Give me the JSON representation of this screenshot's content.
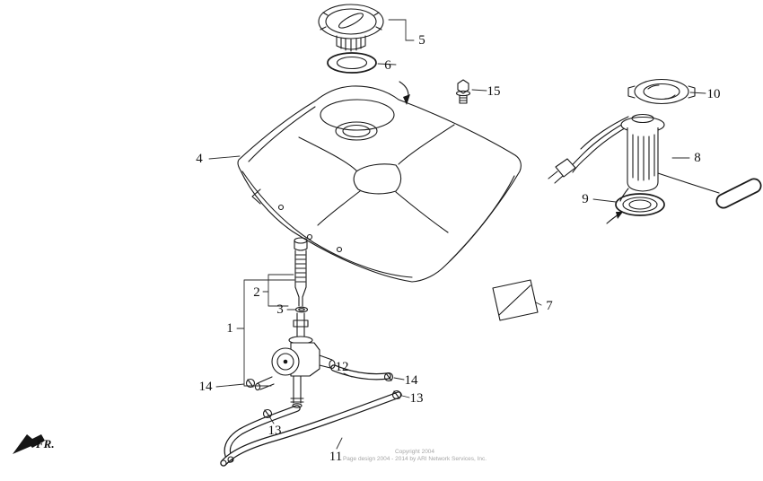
{
  "colors": {
    "background": "#ffffff",
    "line": "#1a1a1a",
    "label": "#111111",
    "muted": "#a6a6a6"
  },
  "callouts": {
    "c1": "1",
    "c2": "2",
    "c3": "3",
    "c4": "4",
    "c5": "5",
    "c6": "6",
    "c7": "7",
    "c8": "8",
    "c9": "9",
    "c10": "10",
    "c11": "11",
    "c12": "12",
    "c13": "13",
    "c14": "14",
    "c15": "15"
  },
  "fr_label": "FR.",
  "copyright": {
    "line1": "Copyright 2004",
    "line2": "Page design 2004 - 2014 by ARI Network Services, Inc."
  }
}
